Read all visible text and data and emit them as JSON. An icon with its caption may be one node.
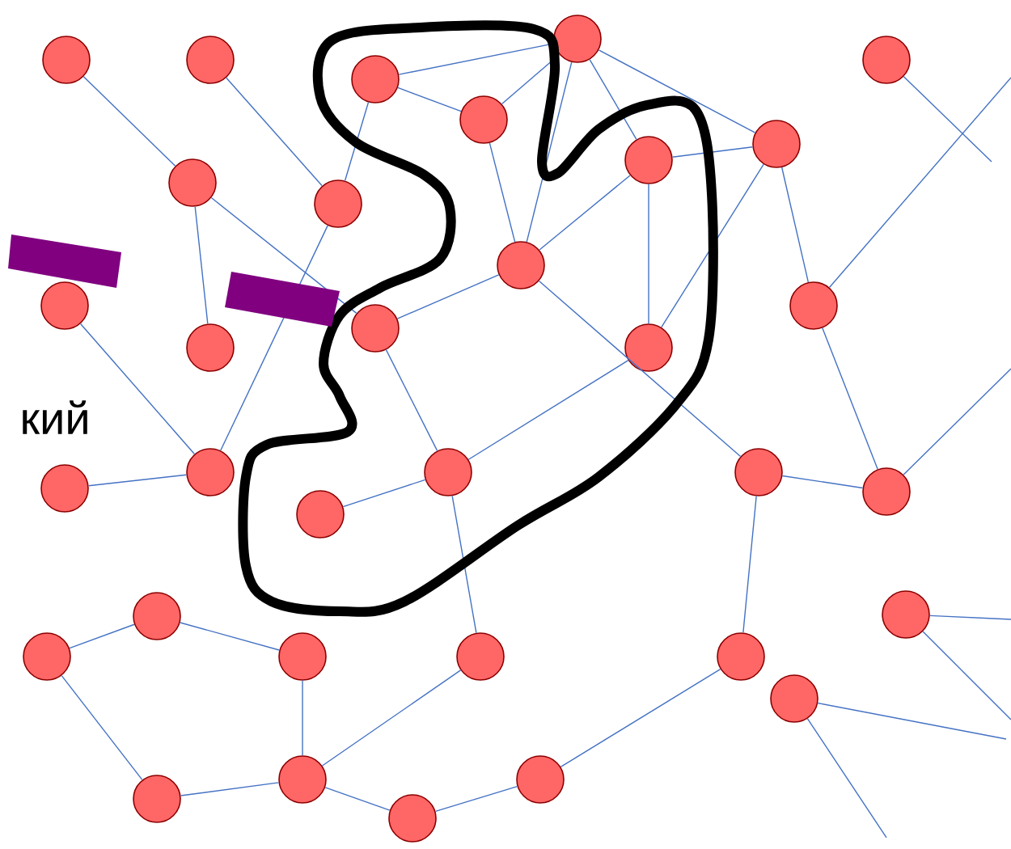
{
  "diagram": {
    "nodes": [
      {
        "text": [],
        "shape": "circle"
      },
      {
        "text": [],
        "shape": "circle"
      },
      {
        "text": [],
        "shape": "circle"
      },
      {
        "text": [],
        "shape": "circle"
      },
      {
        "text": [],
        "shape": "circle"
      },
      {
        "text": [],
        "shape": "circle"
      },
      {
        "text": [],
        "shape": "circle"
      },
      {
        "text": [],
        "shape": "circle"
      },
      {
        "text": [],
        "shape": "circle"
      },
      {
        "text": [],
        "shape": "circle"
      },
      {
        "text": [],
        "shape": "circle"
      },
      {
        "text": [],
        "shape": "circle"
      },
      {
        "text": [],
        "shape": "circle"
      },
      {
        "text": [],
        "shape": "circle"
      },
      {
        "text": [],
        "shape": "circle"
      },
      {
        "text": [],
        "shape": "circle"
      },
      {
        "text": [],
        "shape": "circle"
      },
      {
        "text": [],
        "shape": "circle"
      },
      {
        "text": [],
        "shape": "circle"
      },
      {
        "text": [],
        "shape": "circle"
      },
      {
        "text": [],
        "shape": "circle"
      },
      {
        "text": [],
        "shape": "circle"
      },
      {
        "text": [],
        "shape": "circle"
      },
      {
        "text": [],
        "shape": "circle"
      },
      {
        "text": [],
        "shape": "circle"
      },
      {
        "text": [],
        "shape": "circle"
      },
      {
        "text": [],
        "shape": "circle"
      },
      {
        "text": [],
        "shape": "circle"
      },
      {
        "text": [],
        "shape": "circle"
      },
      {
        "text": [],
        "shape": "circle"
      },
      {
        "text": [],
        "shape": "circle"
      },
      {
        "text": [],
        "shape": "circle"
      },
      {
        "text": [],
        "shape": "circle"
      }
    ],
    "edges": [
      {
        "from": 0,
        "to": 6,
        "arrow": "none"
      },
      {
        "from": 1,
        "to": 7,
        "arrow": "none"
      },
      {
        "from": 4,
        "to": 5,
        "arrow": "none"
      },
      {
        "from": 4,
        "to": 2,
        "arrow": "none"
      },
      {
        "from": 5,
        "to": 2,
        "arrow": "none"
      },
      {
        "from": 2,
        "to": 11,
        "arrow": "none"
      },
      {
        "from": 2,
        "to": 8,
        "arrow": "none"
      },
      {
        "from": 2,
        "to": 9,
        "arrow": "none"
      },
      {
        "from": 5,
        "to": 11,
        "arrow": "none"
      },
      {
        "from": 8,
        "to": 9,
        "arrow": "none"
      },
      {
        "from": 8,
        "to": 11,
        "arrow": "none"
      },
      {
        "from": 8,
        "to": 15,
        "arrow": "none"
      },
      {
        "from": 9,
        "to": 15,
        "arrow": "none"
      },
      {
        "from": 9,
        "to": 12,
        "arrow": "none"
      },
      {
        "from": 12,
        "to": null,
        "arrow": "none"
      },
      {
        "from": 3,
        "to": null,
        "arrow": "none"
      },
      {
        "from": 11,
        "to": 14,
        "arrow": "none"
      },
      {
        "from": 11,
        "to": 20,
        "arrow": "none"
      },
      {
        "from": 15,
        "to": 18,
        "arrow": "none"
      },
      {
        "from": 6,
        "to": 13,
        "arrow": "none"
      },
      {
        "from": 6,
        "to": 14,
        "arrow": "none"
      },
      {
        "from": 7,
        "to": 16,
        "arrow": "none"
      },
      {
        "from": 7,
        "to": 4,
        "arrow": "none"
      },
      {
        "from": 10,
        "to": 16,
        "arrow": "none"
      },
      {
        "from": 14,
        "to": 18,
        "arrow": "none"
      },
      {
        "from": 17,
        "to": 16,
        "arrow": "none"
      },
      {
        "from": 18,
        "to": 19,
        "arrow": "none"
      },
      {
        "from": 18,
        "to": 26,
        "arrow": "none"
      },
      {
        "from": 20,
        "to": 21,
        "arrow": "none"
      },
      {
        "from": 20,
        "to": 27,
        "arrow": "none"
      },
      {
        "from": 21,
        "to": null,
        "arrow": "none"
      },
      {
        "from": 12,
        "to": 21,
        "arrow": "none"
      },
      {
        "from": 22,
        "to": null,
        "arrow": "none"
      },
      {
        "from": 22,
        "to": null,
        "arrow": "none"
      },
      {
        "from": 28,
        "to": null,
        "arrow": "none"
      },
      {
        "from": 28,
        "to": null,
        "arrow": "none"
      },
      {
        "from": 23,
        "to": 24,
        "arrow": "none"
      },
      {
        "from": 23,
        "to": 25,
        "arrow": "none"
      },
      {
        "from": 24,
        "to": 31,
        "arrow": "none"
      },
      {
        "from": 25,
        "to": 29,
        "arrow": "none"
      },
      {
        "from": 29,
        "to": 31,
        "arrow": "none"
      },
      {
        "from": 29,
        "to": 26,
        "arrow": "none"
      },
      {
        "from": 29,
        "to": 32,
        "arrow": "none"
      },
      {
        "from": 32,
        "to": 30,
        "arrow": "none"
      },
      {
        "from": 30,
        "to": 27,
        "arrow": "none"
      }
    ],
    "labels": [
      "кий"
    ]
  }
}
